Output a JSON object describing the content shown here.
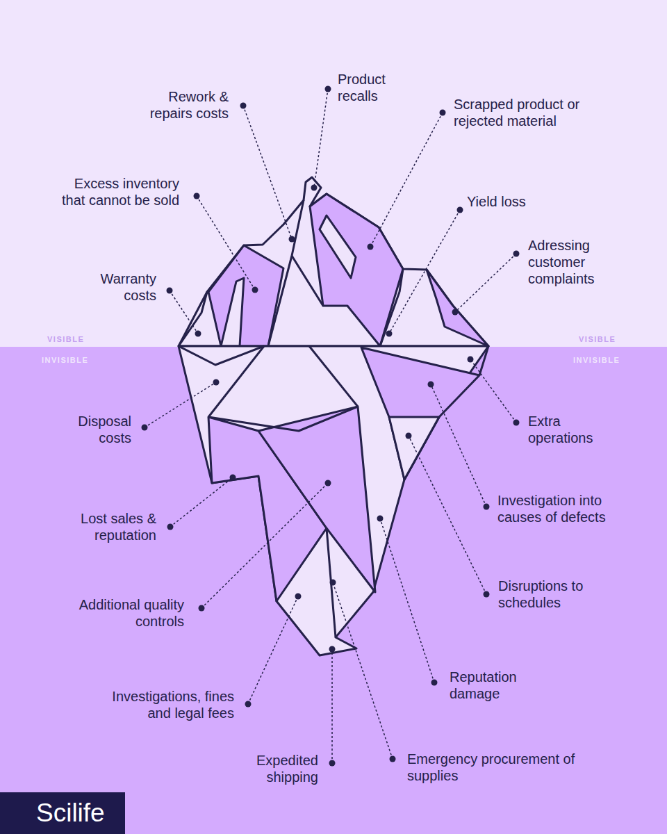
{
  "diagram": {
    "nodes": [
      {
        "text": [
          "Scilife"
        ]
      }
    ],
    "labels": [
      "Rework & repairs costs",
      "Product recalls",
      "Scrapped product or rejected material",
      "Excess inventory that cannot be sold",
      "Yield loss",
      "Adressing customer complaints",
      "Warranty costs",
      "VISIBLE",
      "VISIBLE",
      "INVISIBLE",
      "INVISIBLE",
      "Disposal costs",
      "Extra operations",
      "Investigation into causes of defects",
      "Lost sales & reputation",
      "Additional quality controls",
      "Disruptions to schedules",
      "Reputation damage",
      "Investigations, fines and legal fees",
      "Expedited shipping",
      "Emergency procurement of supplies"
    ]
  }
}
